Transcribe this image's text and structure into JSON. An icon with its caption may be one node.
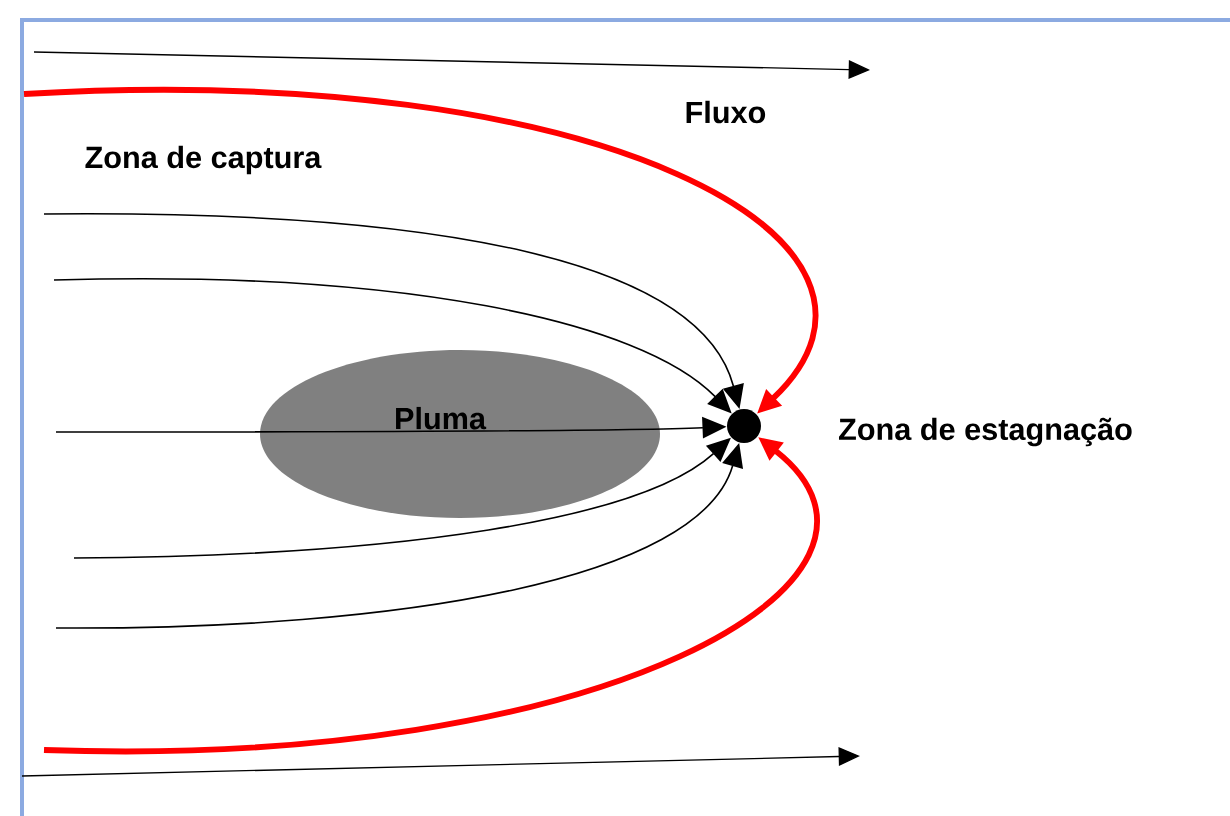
{
  "diagram": {
    "nodes": [
      {
        "text": [
          "Pluma"
        ]
      },
      {
        "text": [],
        "shape": "circle",
        "beside": [
          "Zona de estagnação"
        ]
      }
    ],
    "edges": [
      {
        "from": null,
        "to": 1,
        "arrow": "to",
        "style": "thick",
        "color": "#ff0000"
      },
      {
        "from": null,
        "to": 1,
        "arrow": "to"
      },
      {
        "from": null,
        "to": 1,
        "arrow": "to"
      },
      {
        "from": null,
        "to": 1,
        "arrow": "to"
      },
      {
        "from": null,
        "to": 1,
        "arrow": "to"
      },
      {
        "from": null,
        "to": 1,
        "arrow": "to"
      },
      {
        "from": null,
        "to": 1,
        "arrow": "to",
        "style": "thick",
        "color": "#ff0000"
      }
    ],
    "labels": [
      "Fluxo",
      "Zona de captura"
    ]
  }
}
